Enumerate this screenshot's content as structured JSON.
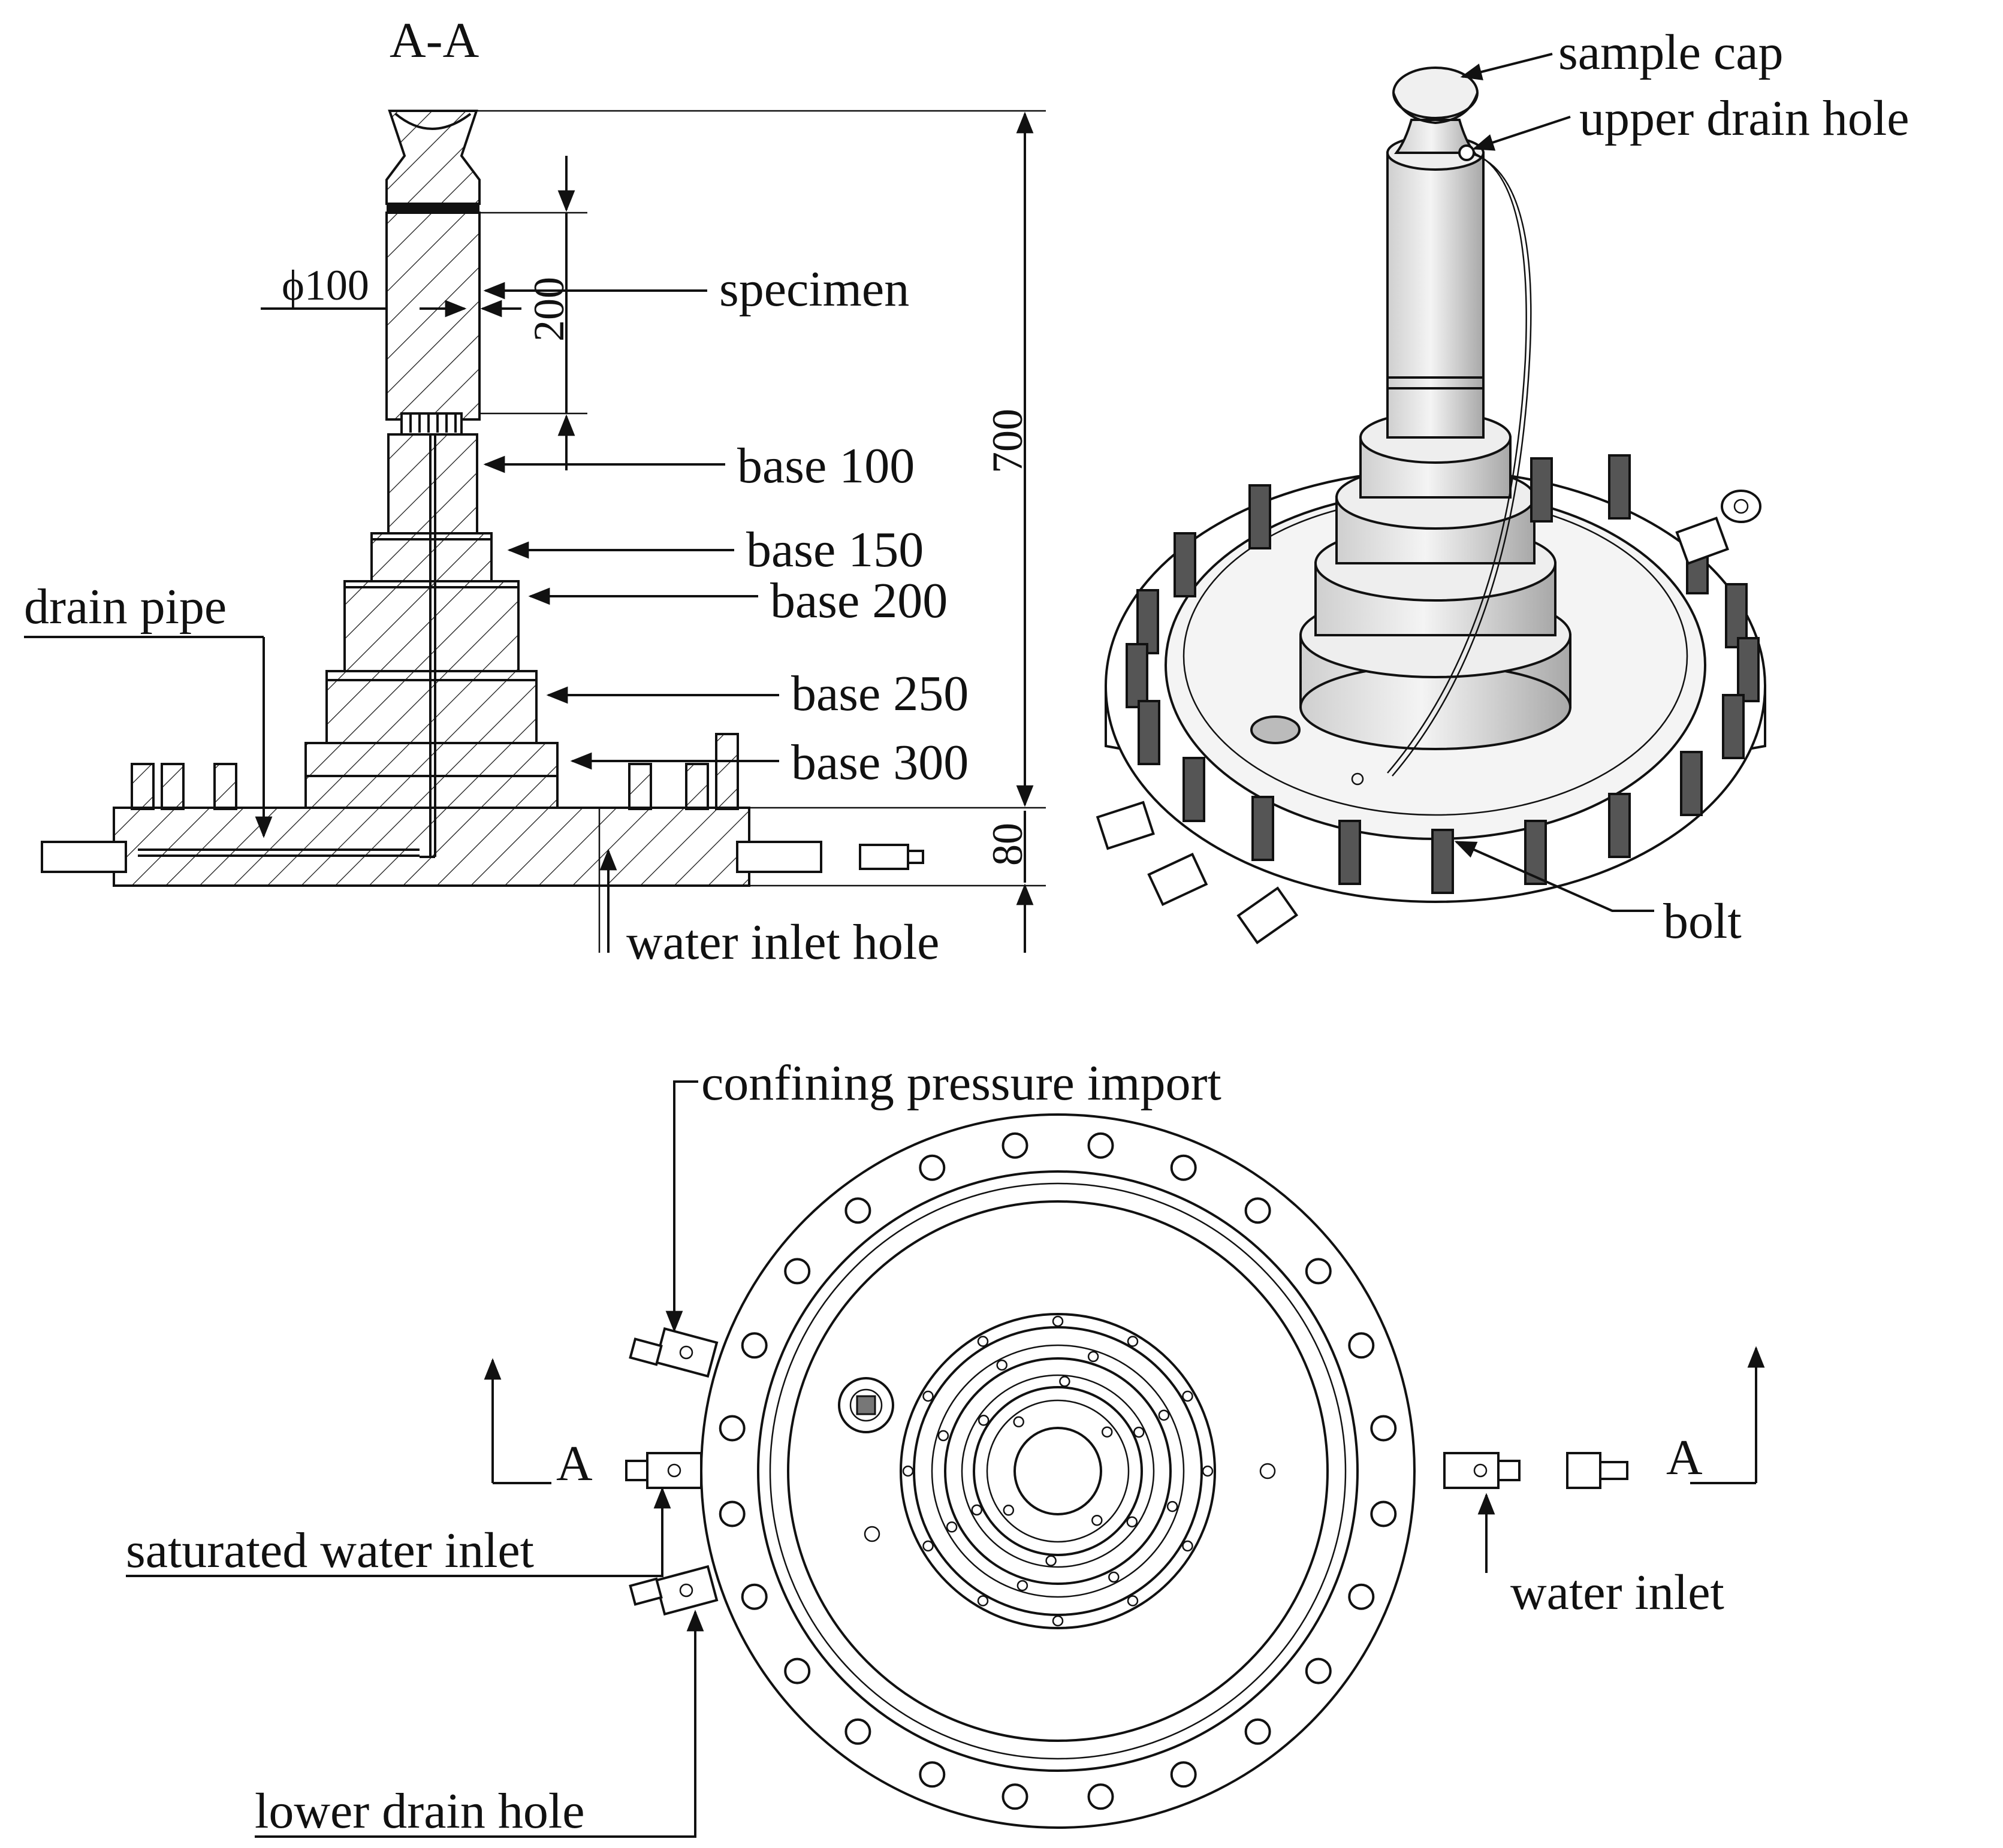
{
  "section_view": {
    "title": "A-A",
    "labels": {
      "specimen": "specimen",
      "base100": "base 100",
      "base150": "base 150",
      "base200": "base 200",
      "base250": "base 250",
      "base300": "base 300",
      "drain_pipe": "drain pipe",
      "water_inlet_hole": "water inlet hole"
    },
    "dimensions": {
      "diameter": "ϕ100",
      "specimen_height": "200",
      "total_height": "700",
      "base_height": "80"
    }
  },
  "iso_view": {
    "labels": {
      "sample_cap": "sample cap",
      "upper_drain_hole": "upper drain hole",
      "bolt": "bolt"
    }
  },
  "plan_view": {
    "labels": {
      "confining_pressure_import": "confining pressure import",
      "saturated_water_inlet": "saturated water inlet",
      "lower_drain_hole": "lower drain hole",
      "water_inlet": "water inlet"
    },
    "section_marks": {
      "left": "A",
      "right": "A"
    }
  }
}
